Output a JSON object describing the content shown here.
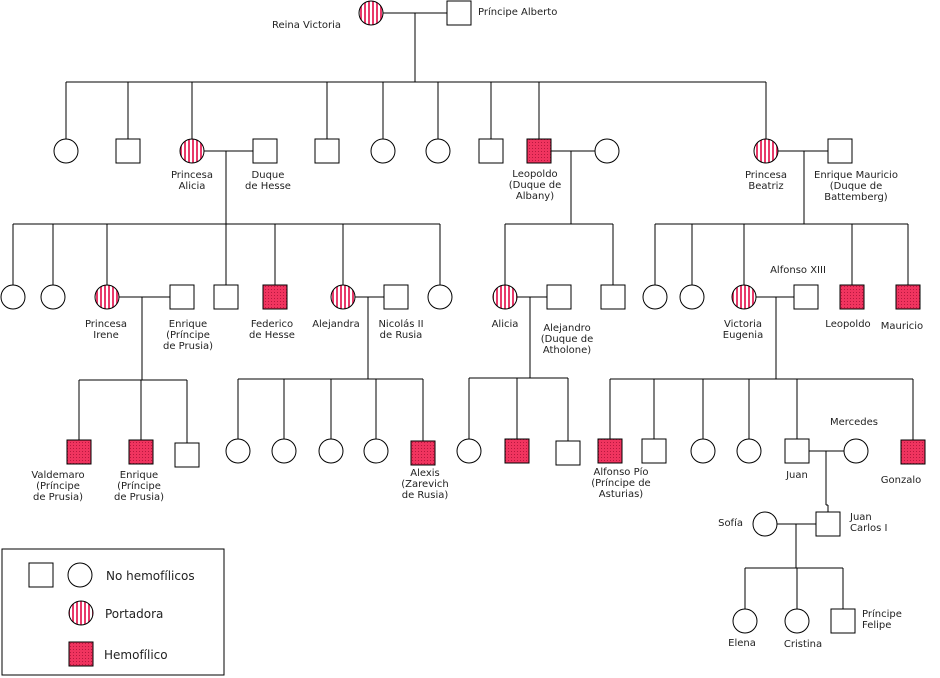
{
  "colors": {
    "hemophiliac": "#f0345f",
    "carrier_stripe": "#e83a6a",
    "line": "#000000",
    "text": "#222222"
  },
  "people": {
    "victoria": {
      "label": [
        "Reina Victoria"
      ],
      "sex": "female",
      "status": "carrier"
    },
    "alberto": {
      "label": [
        "Príncipe Alberto"
      ],
      "sex": "male",
      "status": "normal"
    },
    "g1_c1": {
      "label": [],
      "sex": "female",
      "status": "normal"
    },
    "g1_s1": {
      "label": [],
      "sex": "male",
      "status": "normal"
    },
    "alicia1": {
      "label": [
        "Princesa",
        "Alicia"
      ],
      "sex": "female",
      "status": "carrier"
    },
    "hesse": {
      "label": [
        "Duque",
        "de Hesse"
      ],
      "sex": "male",
      "status": "normal"
    },
    "g1_s2": {
      "label": [],
      "sex": "male",
      "status": "normal"
    },
    "g1_c2": {
      "label": [],
      "sex": "female",
      "status": "normal"
    },
    "g1_c3": {
      "label": [],
      "sex": "female",
      "status": "normal"
    },
    "g1_s3": {
      "label": [],
      "sex": "male",
      "status": "normal"
    },
    "leopoldo1": {
      "label": [
        "Leopoldo",
        "(Duque de",
        "Albany)"
      ],
      "sex": "male",
      "status": "hemophiliac"
    },
    "albany_w": {
      "label": [],
      "sex": "female",
      "status": "normal"
    },
    "beatriz": {
      "label": [
        "Princesa",
        "Beatriz"
      ],
      "sex": "female",
      "status": "carrier"
    },
    "battenberg": {
      "label": [
        "Enrique Mauricio",
        "(Duque de",
        "Battemberg)"
      ],
      "sex": "male",
      "status": "normal"
    },
    "h_c1": {
      "label": [],
      "sex": "female",
      "status": "normal"
    },
    "h_c2": {
      "label": [],
      "sex": "female",
      "status": "normal"
    },
    "irene": {
      "label": [
        "Princesa",
        "Irene"
      ],
      "sex": "female",
      "status": "carrier"
    },
    "enrique_p": {
      "label": [
        "Enrique",
        "(Príncipe",
        "de Prusia)"
      ],
      "sex": "male",
      "status": "normal"
    },
    "h_s1": {
      "label": [],
      "sex": "male",
      "status": "normal"
    },
    "federico": {
      "label": [
        "Federico",
        "de Hesse"
      ],
      "sex": "male",
      "status": "hemophiliac"
    },
    "alejandra": {
      "label": [
        "Alejandra"
      ],
      "sex": "female",
      "status": "carrier"
    },
    "nicolas": {
      "label": [
        "Nicolás II",
        "de Rusia"
      ],
      "sex": "male",
      "status": "normal"
    },
    "h_c3": {
      "label": [],
      "sex": "female",
      "status": "normal"
    },
    "alicia2": {
      "label": [
        "Alicia"
      ],
      "sex": "female",
      "status": "carrier"
    },
    "alejandro": {
      "label": [
        "Alejandro",
        "(Duque de",
        "Atholone)"
      ],
      "sex": "male",
      "status": "normal"
    },
    "al_s1": {
      "label": [],
      "sex": "male",
      "status": "normal"
    },
    "b_c1": {
      "label": [],
      "sex": "female",
      "status": "normal"
    },
    "b_c2": {
      "label": [],
      "sex": "female",
      "status": "normal"
    },
    "vic_eug": {
      "label": [
        "Victoria",
        "Eugenia"
      ],
      "sex": "female",
      "status": "carrier"
    },
    "alfonso13": {
      "label": [
        "Alfonso XIII"
      ],
      "sex": "male",
      "status": "normal"
    },
    "leopoldo2": {
      "label": [
        "Leopoldo"
      ],
      "sex": "male",
      "status": "hemophiliac"
    },
    "mauricio": {
      "label": [
        "Mauricio"
      ],
      "sex": "male",
      "status": "hemophiliac"
    },
    "valdemaro": {
      "label": [
        "Valdemaro",
        "(Príncipe",
        "de Prusia)"
      ],
      "sex": "male",
      "status": "hemophiliac"
    },
    "enrique2": {
      "label": [
        "Enrique",
        "(Príncipe",
        "de Prusia)"
      ],
      "sex": "male",
      "status": "hemophiliac"
    },
    "ir_s3": {
      "label": [],
      "sex": "male",
      "status": "normal"
    },
    "ro_c1": {
      "label": [],
      "sex": "female",
      "status": "normal"
    },
    "ro_c2": {
      "label": [],
      "sex": "female",
      "status": "normal"
    },
    "ro_c3": {
      "label": [],
      "sex": "female",
      "status": "normal"
    },
    "ro_c4": {
      "label": [],
      "sex": "female",
      "status": "normal"
    },
    "alexis": {
      "label": [
        "Alexis",
        "(Zarevich",
        "de Rusia)"
      ],
      "sex": "male",
      "status": "hemophiliac"
    },
    "at_c1": {
      "label": [],
      "sex": "female",
      "status": "normal"
    },
    "at_s1": {
      "label": [],
      "sex": "male",
      "status": "hemophiliac"
    },
    "at_s2": {
      "label": [],
      "sex": "male",
      "status": "normal"
    },
    "alfonso_pio": {
      "label": [
        "Alfonso Pío",
        "(Príncipe de",
        "Asturias)"
      ],
      "sex": "male",
      "status": "hemophiliac"
    },
    "es_s1": {
      "label": [],
      "sex": "male",
      "status": "normal"
    },
    "es_c1": {
      "label": [],
      "sex": "female",
      "status": "normal"
    },
    "es_c2": {
      "label": [],
      "sex": "female",
      "status": "normal"
    },
    "juan": {
      "label": [
        "Juan"
      ],
      "sex": "male",
      "status": "normal"
    },
    "mercedes": {
      "label": [
        "Mercedes"
      ],
      "sex": "female",
      "status": "normal"
    },
    "gonzalo": {
      "label": [
        "Gonzalo"
      ],
      "sex": "male",
      "status": "hemophiliac"
    },
    "sofia": {
      "label": [
        "Sofía"
      ],
      "sex": "female",
      "status": "normal"
    },
    "juan_carlos": {
      "label": [
        "Juan",
        "Carlos I"
      ],
      "sex": "male",
      "status": "normal"
    },
    "elena": {
      "label": [
        "Elena"
      ],
      "sex": "female",
      "status": "normal"
    },
    "cristina": {
      "label": [
        "Cristina"
      ],
      "sex": "female",
      "status": "normal"
    },
    "felipe": {
      "label": [
        "Príncipe",
        "Felipe"
      ],
      "sex": "male",
      "status": "normal"
    }
  },
  "legend": {
    "normal": "No hemofílicos",
    "carrier": "Portadora",
    "hemophiliac": "Hemofílico"
  }
}
